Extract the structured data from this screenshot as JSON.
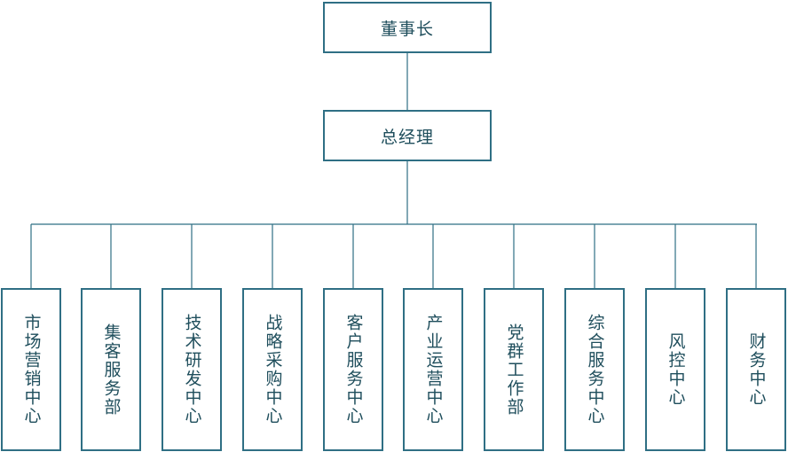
{
  "chairman": {
    "label": "董事长"
  },
  "general_manager": {
    "label": "总经理"
  },
  "departments": [
    {
      "key": "marketing",
      "label": "市场营销中心"
    },
    {
      "key": "group-client-service",
      "label": "集客服务部"
    },
    {
      "key": "tech-rd",
      "label": "技术研发中心"
    },
    {
      "key": "strategic-procurement",
      "label": "战略采购中心"
    },
    {
      "key": "customer-service",
      "label": "客户服务中心"
    },
    {
      "key": "industry-operations",
      "label": "产业运营中心"
    },
    {
      "key": "party-affairs",
      "label": "党群工作部"
    },
    {
      "key": "general-services",
      "label": "综合服务中心"
    },
    {
      "key": "risk-control",
      "label": "风控中心"
    },
    {
      "key": "finance",
      "label": "财务中心"
    }
  ],
  "colors": {
    "line": "#2f6f84",
    "text": "#1f4e5c",
    "background": "#ffffff"
  }
}
